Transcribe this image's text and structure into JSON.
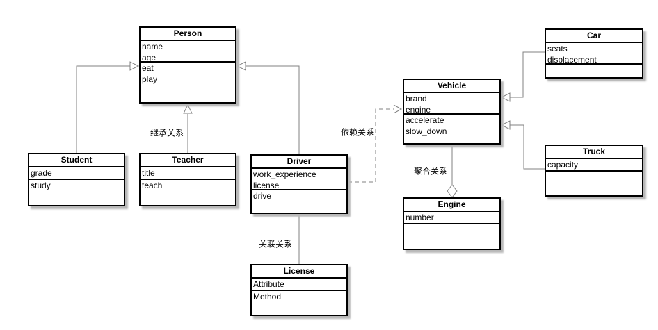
{
  "diagram_type": "uml-class-diagram",
  "colors": {
    "background": "#ffffff",
    "box_fill": "#ffffff",
    "box_border": "#000000",
    "edge_line": "#808080",
    "shadow": "#b8b8b8",
    "text": "#000000"
  },
  "classes": {
    "person": {
      "name": "Person",
      "attributes": [
        "name",
        "age"
      ],
      "methods": [
        "eat",
        "play"
      ]
    },
    "student": {
      "name": "Student",
      "attributes": [
        "grade"
      ],
      "methods": [
        "study"
      ]
    },
    "teacher": {
      "name": "Teacher",
      "attributes": [
        "title"
      ],
      "methods": [
        "teach"
      ]
    },
    "driver": {
      "name": "Driver",
      "attributes": [
        "work_experience",
        "license"
      ],
      "methods": [
        "drive"
      ]
    },
    "license": {
      "name": "License",
      "attributes": [
        "Attribute"
      ],
      "methods": [
        "Method"
      ]
    },
    "vehicle": {
      "name": "Vehicle",
      "attributes": [
        "brand",
        "engine"
      ],
      "methods": [
        "accelerate",
        "slow_down"
      ]
    },
    "engine": {
      "name": "Engine",
      "attributes": [
        "number"
      ],
      "methods": []
    },
    "car": {
      "name": "Car",
      "attributes": [
        "seats",
        "displacement"
      ],
      "methods": []
    },
    "truck": {
      "name": "Truck",
      "attributes": [
        "capacity"
      ],
      "methods": []
    }
  },
  "edges": [
    {
      "from": "Student",
      "to": "Person",
      "type": "inheritance",
      "label": ""
    },
    {
      "from": "Teacher",
      "to": "Person",
      "type": "inheritance",
      "label": "继承关系"
    },
    {
      "from": "Driver",
      "to": "Person",
      "type": "inheritance",
      "label": ""
    },
    {
      "from": "Driver",
      "to": "Vehicle",
      "type": "dependency",
      "label": "依赖关系"
    },
    {
      "from": "Driver",
      "to": "License",
      "type": "association",
      "label": "关联关系"
    },
    {
      "from": "Vehicle",
      "to": "Engine",
      "type": "aggregation",
      "label": "聚合关系"
    },
    {
      "from": "Car",
      "to": "Vehicle",
      "type": "inheritance",
      "label": ""
    },
    {
      "from": "Truck",
      "to": "Vehicle",
      "type": "inheritance",
      "label": ""
    }
  ]
}
